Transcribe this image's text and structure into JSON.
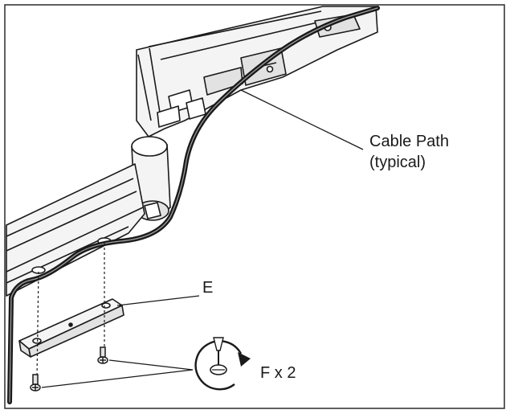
{
  "callouts": {
    "cable_path_line1": "Cable Path",
    "cable_path_line2": "(typical)",
    "bracket_label": "E",
    "screw_label": "F x 2"
  },
  "colors": {
    "ink": "#1a1a1a",
    "frame": "#2b2b2b",
    "fill_light": "#f4f4f4",
    "fill_mid": "#e2e2e2"
  }
}
